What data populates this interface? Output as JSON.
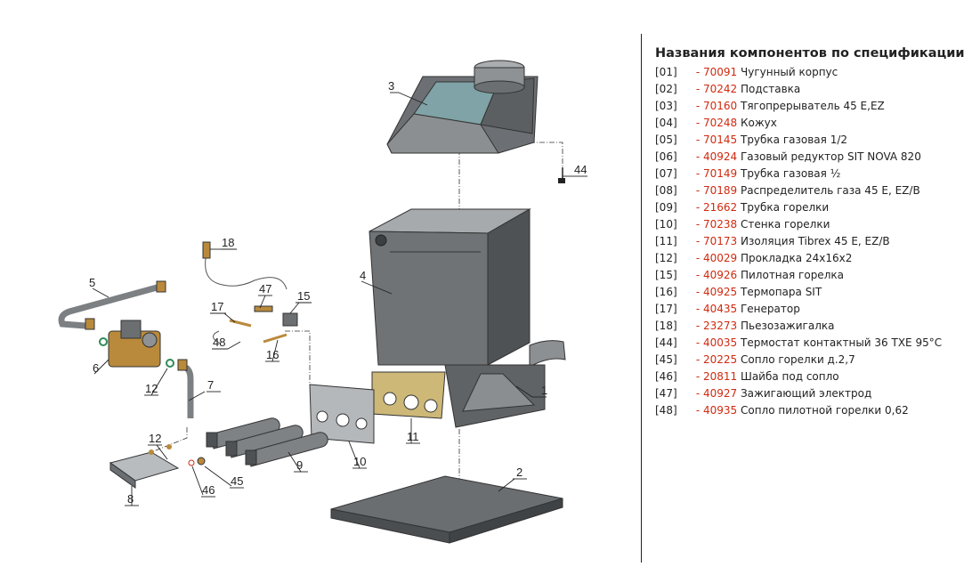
{
  "spec": {
    "title": "Названия компонентов по спецификации",
    "items": [
      {
        "idx": "[01]",
        "code": "- 70091",
        "name": "Чугунный корпус"
      },
      {
        "idx": "[02]",
        "code": "- 70242",
        "name": "Подставка"
      },
      {
        "idx": "[03]",
        "code": "- 70160",
        "name": "Тягопрерыватель 45 E,EZ"
      },
      {
        "idx": "[04]",
        "code": "- 70248",
        "name": "Кожух"
      },
      {
        "idx": "[05]",
        "code": "- 70145",
        "name": "Трубка газовая 1/2"
      },
      {
        "idx": "[06]",
        "code": "- 40924",
        "name": "Газовый редуктор SIT NOVA 820"
      },
      {
        "idx": "[07]",
        "code": "- 70149",
        "name": "Трубка газовая ½"
      },
      {
        "idx": "[08]",
        "code": "- 70189",
        "name": "Распределитель газа 45 E, EZ/B"
      },
      {
        "idx": "[09]",
        "code": "- 21662",
        "name": "Трубка горелки"
      },
      {
        "idx": "[10]",
        "code": "- 70238",
        "name": "Стенка горелки"
      },
      {
        "idx": "[11]",
        "code": "- 70173",
        "name": "Изоляция Tibrex 45 E, EZ/B"
      },
      {
        "idx": "[12]",
        "code": "- 40029",
        "name": "Прокладка 24x16x2"
      },
      {
        "idx": "[15]",
        "code": "- 40926",
        "name": "Пилотная горелка"
      },
      {
        "idx": "[16]",
        "code": "- 40925",
        "name": "Термопара SIT"
      },
      {
        "idx": "[17]",
        "code": "- 40435",
        "name": "Генератор"
      },
      {
        "idx": "[18]",
        "code": "- 23273",
        "name": "Пьезозажигалка"
      },
      {
        "idx": "[44]",
        "code": "- 40035",
        "name": "Термостат контактный 36 TXE 95°C"
      },
      {
        "idx": "[45]",
        "code": "- 20225",
        "name": "Сопло горелки д.2,7"
      },
      {
        "idx": "[46]",
        "code": "- 20811",
        "name": "Шайба под сопло"
      },
      {
        "idx": "[47]",
        "code": "- 40927",
        "name": "Зажигающий электрод"
      },
      {
        "idx": "[48]",
        "code": "- 40935",
        "name": "Сопло пилотной горелки 0,62"
      }
    ]
  },
  "diagram": {
    "callouts": [
      "3",
      "44",
      "18",
      "5",
      "47",
      "15",
      "4",
      "17",
      "48",
      "16",
      "6",
      "12",
      "7",
      "1",
      "12",
      "11",
      "10",
      "9",
      "8",
      "46",
      "45",
      "2"
    ],
    "colors": {
      "body_dark": "#5a5d60",
      "body_mid": "#7c8083",
      "body_light": "#a8acaf",
      "hood_glass": "#7fa3a6",
      "insulation": "#cdb878",
      "brass": "#b98a3c",
      "code_red": "#d02a10"
    }
  }
}
